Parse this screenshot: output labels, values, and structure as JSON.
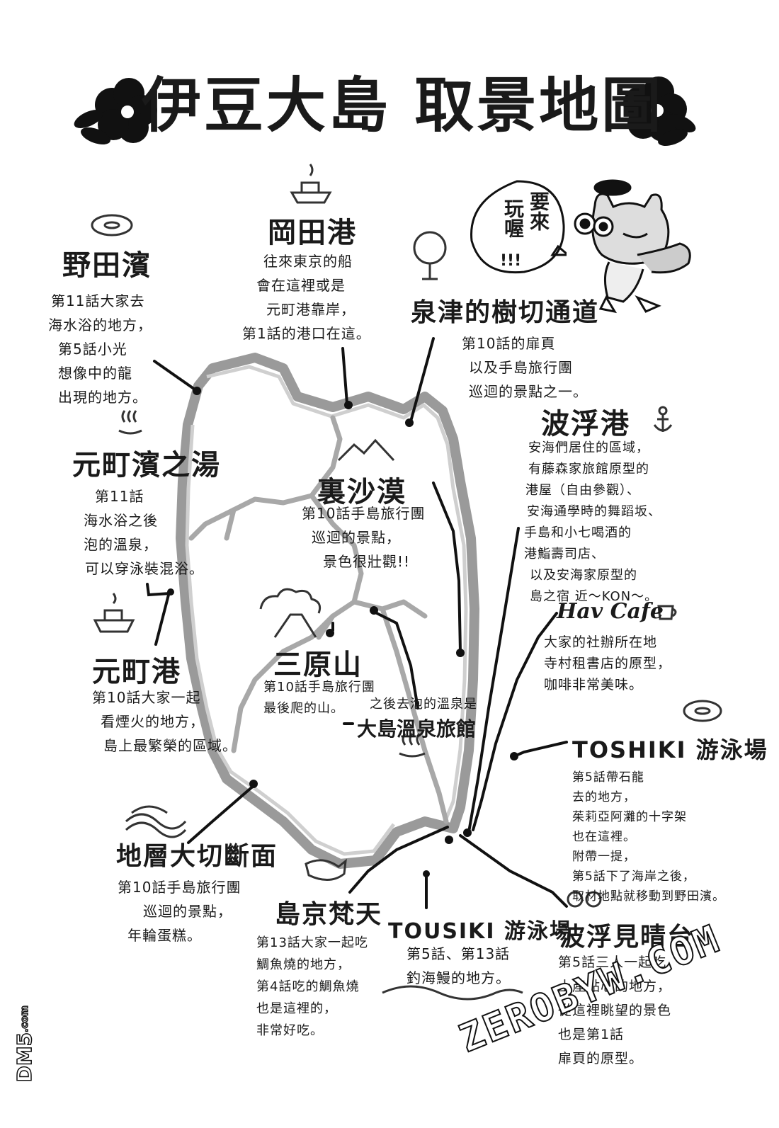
{
  "title": "伊豆大島 取景地圖",
  "bubble": {
    "col1": "要來",
    "col2": "玩喔",
    "bang": "!!!"
  },
  "locations": [
    {
      "id": "noda",
      "name": "野田濱",
      "desc": [
        "第11話大家去",
        "海水浴的地方，",
        "第5話小光",
        "想像中的龍",
        "出現的地方。"
      ]
    },
    {
      "id": "okata",
      "name": "岡田港",
      "desc": [
        "往來東京的船",
        "會在這裡或是",
        "元町港靠岸，",
        "第1話的港口在這。"
      ]
    },
    {
      "id": "izumitsu",
      "name": "泉津的樹切通道",
      "desc": [
        "第10話的扉頁",
        "以及手島旅行團",
        "巡迴的景點之一。"
      ]
    },
    {
      "id": "motomachi-hama",
      "name": "元町濱之湯",
      "desc": [
        "第11話",
        "海水浴之後",
        "泡的溫泉，",
        "可以穿泳裝混浴。"
      ]
    },
    {
      "id": "urasabaku",
      "name": "裏沙漠",
      "desc": [
        "第10話手島旅行團",
        "巡迴的景點，",
        "景色很壯觀!!"
      ]
    },
    {
      "id": "habu",
      "name": "波浮港",
      "desc": [
        "安海們居住的區域，",
        "有藤森家旅館原型的",
        "港屋（自由參觀）、",
        "安海通學時的舞蹈坂、",
        "手島和小七喝酒的",
        "港鮨壽司店、",
        "以及安海家原型的",
        "島之宿 近～KON～。"
      ]
    },
    {
      "id": "havcafe",
      "name": "Hav Cafe",
      "desc": [
        "大家的社辦所在地",
        "寺村租書店的原型，",
        "咖啡非常美味。"
      ]
    },
    {
      "id": "motomachi-port",
      "name": "元町港",
      "desc": [
        "第10話大家一起",
        "看煙火的地方，",
        "島上最繁榮的區域。"
      ]
    },
    {
      "id": "mihara",
      "name": "三原山",
      "desc": [
        "第10話手島旅行團",
        "最後爬的山。"
      ]
    },
    {
      "id": "onsen",
      "name": "大島溫泉旅館",
      "pre": "之後去泡的溫泉是",
      "desc": []
    },
    {
      "id": "toshiki",
      "name": "TOSHIKI 游泳場",
      "desc": [
        "第5話帶石龍",
        "去的地方，",
        "茱莉亞阿灘的十字架",
        "也在這裡。",
        "附帶一提，",
        "第5話下了海岸之後，",
        "取材地點就移動到野田濱。"
      ]
    },
    {
      "id": "chisou",
      "name": "地層大切斷面",
      "desc": [
        "第10話手島旅行團",
        "巡迴的景點，",
        "年輪蛋糕。"
      ]
    },
    {
      "id": "shimakyo",
      "name": "島京梵天",
      "desc": [
        "第13話大家一起吃",
        "鯛魚燒的地方，",
        "第4話吃的鯛魚燒",
        "也是這裡的，",
        "非常好吃。"
      ]
    },
    {
      "id": "tousiki",
      "name": "TOUSIKI 游泳場",
      "desc": [
        "第5話、第13話",
        "釣海鰻的地方。"
      ]
    },
    {
      "id": "habu-view",
      "name": "波浮見晴台",
      "desc": [
        "第5話三人一起吃",
        "土產點心的地方，",
        "從這裡眺望的景色",
        "也是第1話",
        "扉頁的原型。"
      ]
    }
  ],
  "watermark": "ZEROBYW.COM",
  "side_logo": {
    "main": "DM5",
    "sub": ".com"
  },
  "colors": {
    "ink": "#1a1a1a",
    "road": "#b8b8b8",
    "paper": "#ffffff"
  }
}
